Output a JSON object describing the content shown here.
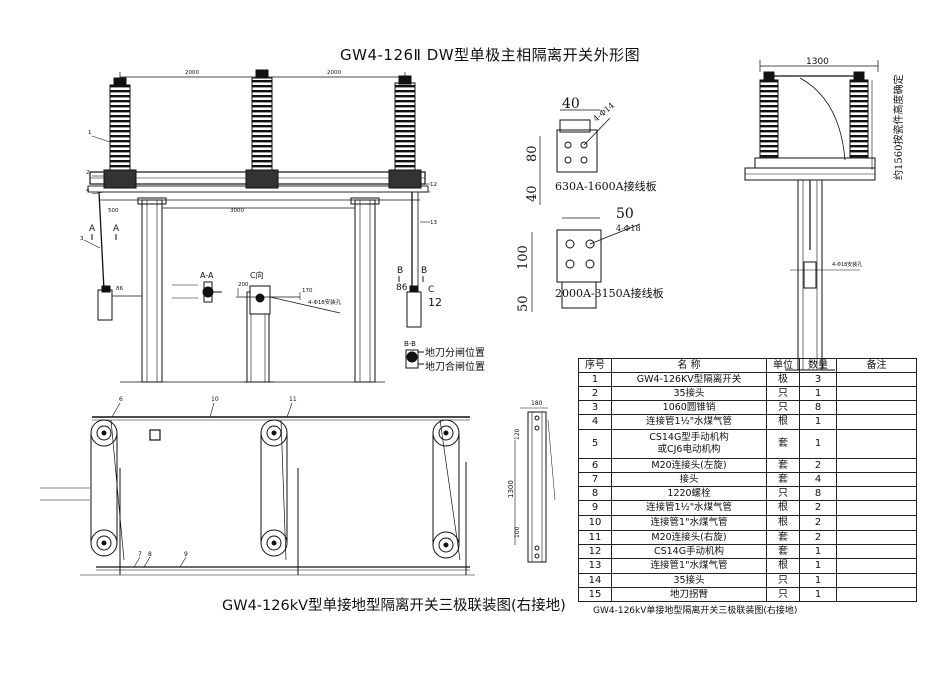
{
  "titles": {
    "top": "GW4-126Ⅱ DW型单极主相隔离开关外形图",
    "bottom": "GW4-126kV型单接地型隔离开关三极联装图(右接地)",
    "caption": "GW4-126kV单接地型隔离开关三极联装图(右接地)"
  },
  "drawing_labels": {
    "dim_2000_left": "2000",
    "dim_2000_right": "2000",
    "dim_3000": "3000",
    "dim_500": "500",
    "dim_1300": "1300",
    "dim_40": "40",
    "dim_80": "80",
    "dim_40b": "40",
    "dim_phi14": "4-Φ14",
    "dim_50": "50",
    "dim_100": "100",
    "dim_50b": "50",
    "dim_phi18": "4-Φ18",
    "plate_small": "630A-1600A接线板",
    "plate_large": "2000A-3150A接线板",
    "height_note": "约1560按瓷件高度确定",
    "section_aa": "A-A",
    "section_c": "C向",
    "section_bb": "B-B",
    "label_a1": "A",
    "label_a2": "A",
    "label_b1": "B",
    "label_b2": "B",
    "label_c": "C",
    "dim_86": "86",
    "num_12": "12",
    "dim_170": "170",
    "dim_200": "200",
    "knife_open": "地刀分闸位置",
    "knife_closed": "地刀合闸位置",
    "n1": "1",
    "n2": "2",
    "n3": "3",
    "n4": "4",
    "n6": "6",
    "n10": "10",
    "n11": "11",
    "n7": "7",
    "n8": "8",
    "n9": "9",
    "n13": "13",
    "dim_1300v": "1300",
    "dim_180": "180",
    "dim_120": "120",
    "dim_100v": "100",
    "phi18_small": "4-Φ18安装孔"
  },
  "table": {
    "headers": [
      "序号",
      "名 称",
      "单位",
      "数量",
      "备注"
    ],
    "rows": [
      {
        "no": "1",
        "name": "GW4-126KV型隔离开关",
        "unit": "极",
        "qty": "3",
        "note": ""
      },
      {
        "no": "2",
        "name": "35接头",
        "unit": "只",
        "qty": "1",
        "note": ""
      },
      {
        "no": "3",
        "name": "1060圆锥销",
        "unit": "只",
        "qty": "8",
        "note": ""
      },
      {
        "no": "4",
        "name": "连接管1½\"水煤气管",
        "unit": "根",
        "qty": "1",
        "note": ""
      },
      {
        "no": "5",
        "name": "CS14G型手动机构\n或CJ6电动机构",
        "unit": "套",
        "qty": "1",
        "note": ""
      },
      {
        "no": "6",
        "name": "M20连接头(左旋)",
        "unit": "套",
        "qty": "2",
        "note": ""
      },
      {
        "no": "7",
        "name": "接头",
        "unit": "套",
        "qty": "4",
        "note": ""
      },
      {
        "no": "8",
        "name": "1220螺栓",
        "unit": "只",
        "qty": "8",
        "note": ""
      },
      {
        "no": "9",
        "name": "连接管1½\"水煤气管",
        "unit": "根",
        "qty": "2",
        "note": ""
      },
      {
        "no": "10",
        "name": "连接管1\"水煤气管",
        "unit": "根",
        "qty": "2",
        "note": ""
      },
      {
        "no": "11",
        "name": "M20连接头(右旋)",
        "unit": "套",
        "qty": "2",
        "note": ""
      },
      {
        "no": "12",
        "name": "CS14G手动机构",
        "unit": "套",
        "qty": "1",
        "note": ""
      },
      {
        "no": "13",
        "name": "连接管1\"水煤气管",
        "unit": "根",
        "qty": "1",
        "note": ""
      },
      {
        "no": "14",
        "name": "35接头",
        "unit": "只",
        "qty": "1",
        "note": ""
      },
      {
        "no": "15",
        "name": "地刀拐臂",
        "unit": "只",
        "qty": "1",
        "note": ""
      }
    ]
  }
}
